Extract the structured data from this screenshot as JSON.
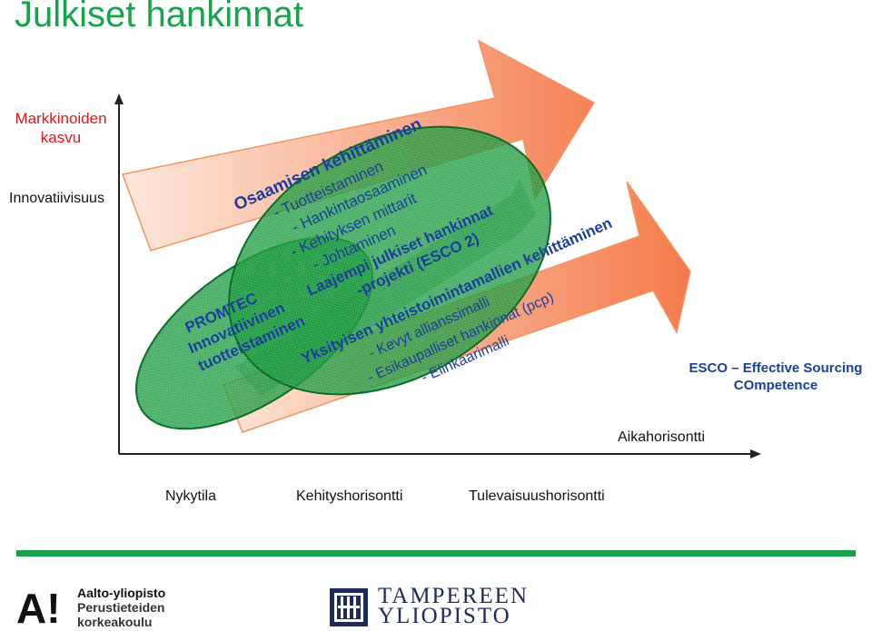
{
  "title": "Julkiset hankinnat",
  "y_axis": {
    "label_top": "Markkinoiden kasvu",
    "label_mid": "Innovatiivisuus"
  },
  "x_axis": {
    "label": "Aikahorisontti",
    "ticks": [
      "Nykytila",
      "Kehityshorisontti",
      "Tulevaisuushorisontti"
    ]
  },
  "arrow_lower": {
    "heading": "Yksityisen yhteistoimintamallien kehittäminen",
    "lines": [
      "- Kevyt allianssimalli",
      "- Esikaupalliset hankinnat (pcp)",
      "- Elinkaarimalli"
    ]
  },
  "arrow_upper": {
    "heading": "Osaamisen kehittäminen",
    "lines": [
      "- Tuotteistaminen",
      "- Hankintaosaaminen",
      "- Kehityksen mittarit",
      "- Johtaminen"
    ]
  },
  "ellipse_left": {
    "lines": [
      "PROMTEC",
      "Innovatiivinen",
      "tuotteistaminen"
    ]
  },
  "ellipse_right": {
    "lines": [
      "Laajempi julkiset hankinnat",
      "-projekti (ESCO 2)"
    ]
  },
  "esco_note": "ESCO – Effective Sourcing COmpetence",
  "logos": {
    "aalto": [
      "Aalto-yliopisto",
      "Perustieteiden",
      "korkeakoulu"
    ],
    "aalto_mark": "A!",
    "tampere": [
      "TAMPEREEN",
      "YLIOPISTO"
    ]
  },
  "colors": {
    "title": "#16a34a",
    "markkinoiden": "#e01818",
    "arrow_fill_start": "#fde4d6",
    "arrow_fill_end": "#f47a4a",
    "ellipse_fill": "#1a9a3e",
    "ellipse_stroke": "#0f6b2a",
    "diagram_text": "#1c3f9e",
    "green_text": "#0f7a2b"
  }
}
